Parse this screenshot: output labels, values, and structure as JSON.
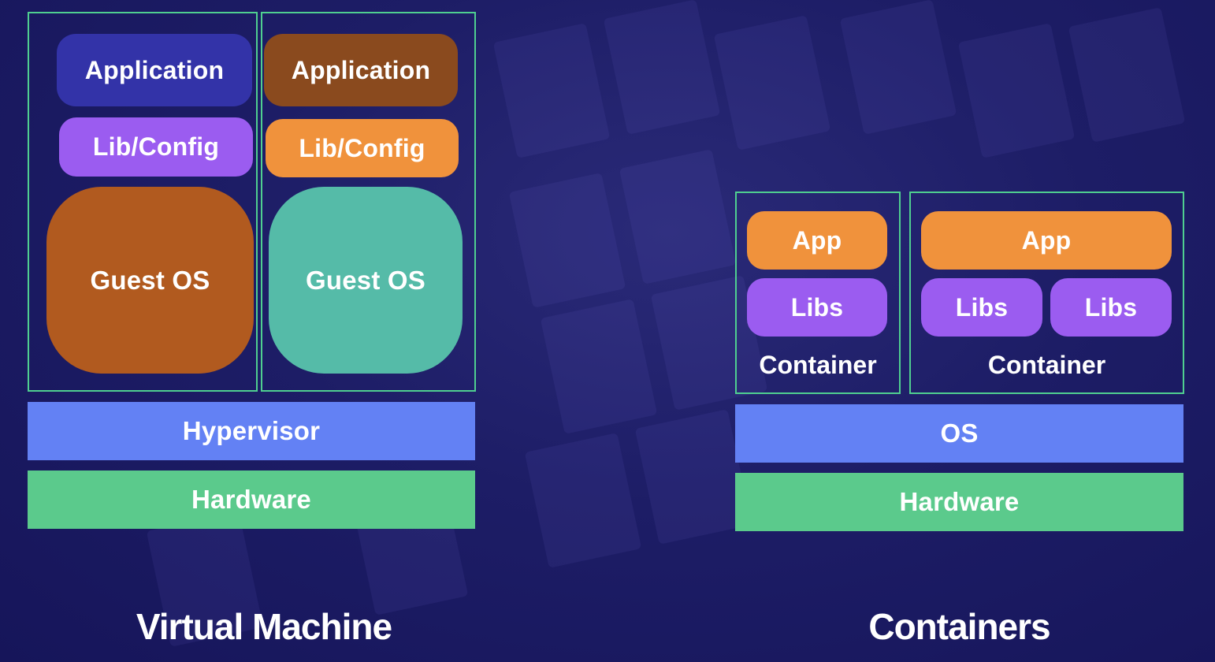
{
  "virtual_machine": {
    "stack_left": {
      "application": "Application",
      "lib_config": "Lib/Config",
      "guest_os": "Guest OS"
    },
    "stack_right": {
      "application": "Application",
      "lib_config": "Lib/Config",
      "guest_os": "Guest OS"
    },
    "hypervisor": "Hypervisor",
    "hardware": "Hardware",
    "title": "Virtual Machine"
  },
  "containers": {
    "container_left": {
      "app": "App",
      "libs": "Libs",
      "label": "Container"
    },
    "container_right": {
      "app": "App",
      "libs_1": "Libs",
      "libs_2": "Libs",
      "label": "Container"
    },
    "os": "OS",
    "hardware": "Hardware",
    "title": "Containers"
  },
  "colors": {
    "background": "#1d1d66",
    "frame_border": "#4fcf90",
    "app_navy": "#3333a8",
    "app_brown": "#8a4a1e",
    "lib_purple": "#9b5cf0",
    "orange": "#f0923c",
    "guest_os_brown": "#b15a1f",
    "guest_os_teal": "#55bba8",
    "os_blue": "#6381f4",
    "hardware_green": "#5bca8c"
  }
}
